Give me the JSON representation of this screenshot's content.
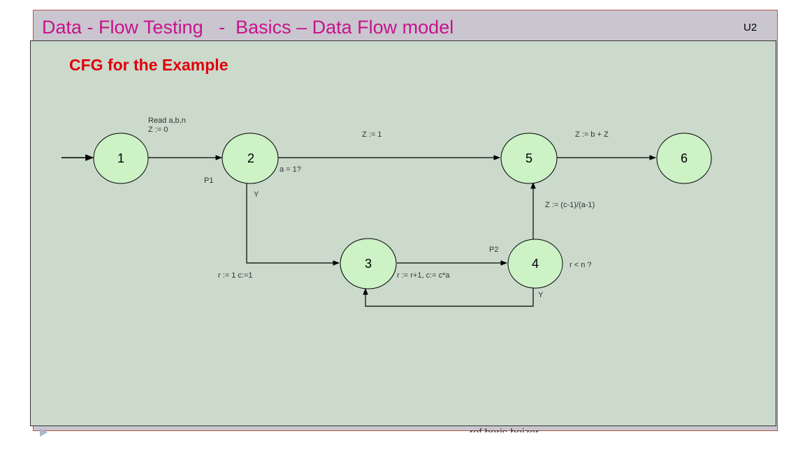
{
  "header": {
    "title": "Data - Flow Testing   -  Basics – Data Flow model",
    "tag": "U2"
  },
  "panel": {
    "heading": "CFG for the Example"
  },
  "diagram": {
    "nodes": [
      {
        "id": "n1",
        "label": "1"
      },
      {
        "id": "n2",
        "label": "2"
      },
      {
        "id": "n3",
        "label": "3"
      },
      {
        "id": "n4",
        "label": "4"
      },
      {
        "id": "n5",
        "label": "5"
      },
      {
        "id": "n6",
        "label": "6"
      }
    ],
    "labels": {
      "read": "Read a,b,n",
      "z0": "Z := 0",
      "z1": "Z := 1",
      "zbz": "Z := b + Z",
      "p1": "P1",
      "a1": "a = 1?",
      "y1": "Y",
      "zc": "Z := (c-1)/(a-1)",
      "p2": "P2",
      "rc": "r := 1  c:=1",
      "rr": "r := r+1,  c:= c*a",
      "rn": "r < n ?",
      "y2": "Y"
    }
  },
  "footer": {
    "text": "ref boris beizer"
  },
  "colors": {
    "title": "#c8138c",
    "heading": "#e0000d",
    "node_fill": "#ccf2c6",
    "panel_bg": "#cbdacb"
  }
}
